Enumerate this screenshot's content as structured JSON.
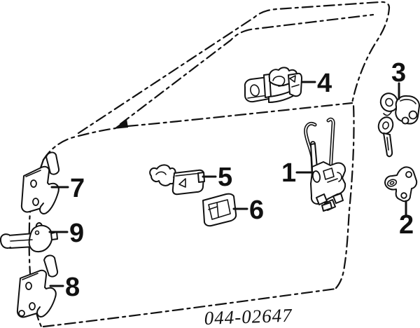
{
  "diagram": {
    "code": "044-02647",
    "colors": {
      "ink": "#111111",
      "background": "#ffffff"
    },
    "callouts": [
      {
        "label": "1"
      },
      {
        "label": "2"
      },
      {
        "label": "3"
      },
      {
        "label": "4"
      },
      {
        "label": "5"
      },
      {
        "label": "6"
      },
      {
        "label": "7"
      },
      {
        "label": "8"
      },
      {
        "label": "9"
      }
    ]
  }
}
